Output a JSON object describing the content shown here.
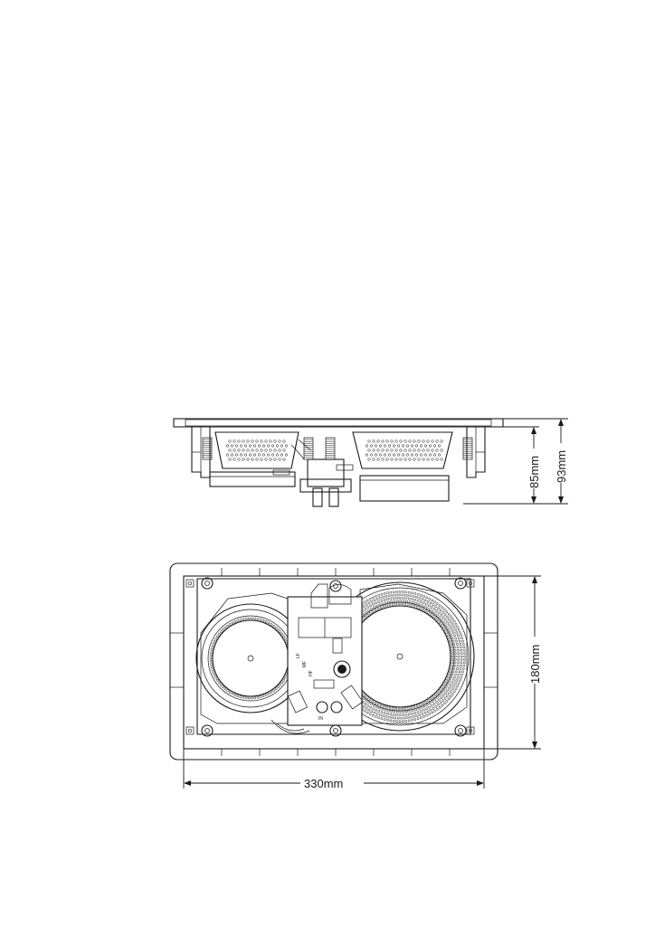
{
  "dimensions": {
    "depth_inner": "85mm",
    "depth_total": "93mm",
    "height": "180mm",
    "width": "330mm"
  },
  "board_labels": [
    "HF",
    "MF",
    "LF",
    "IN"
  ]
}
